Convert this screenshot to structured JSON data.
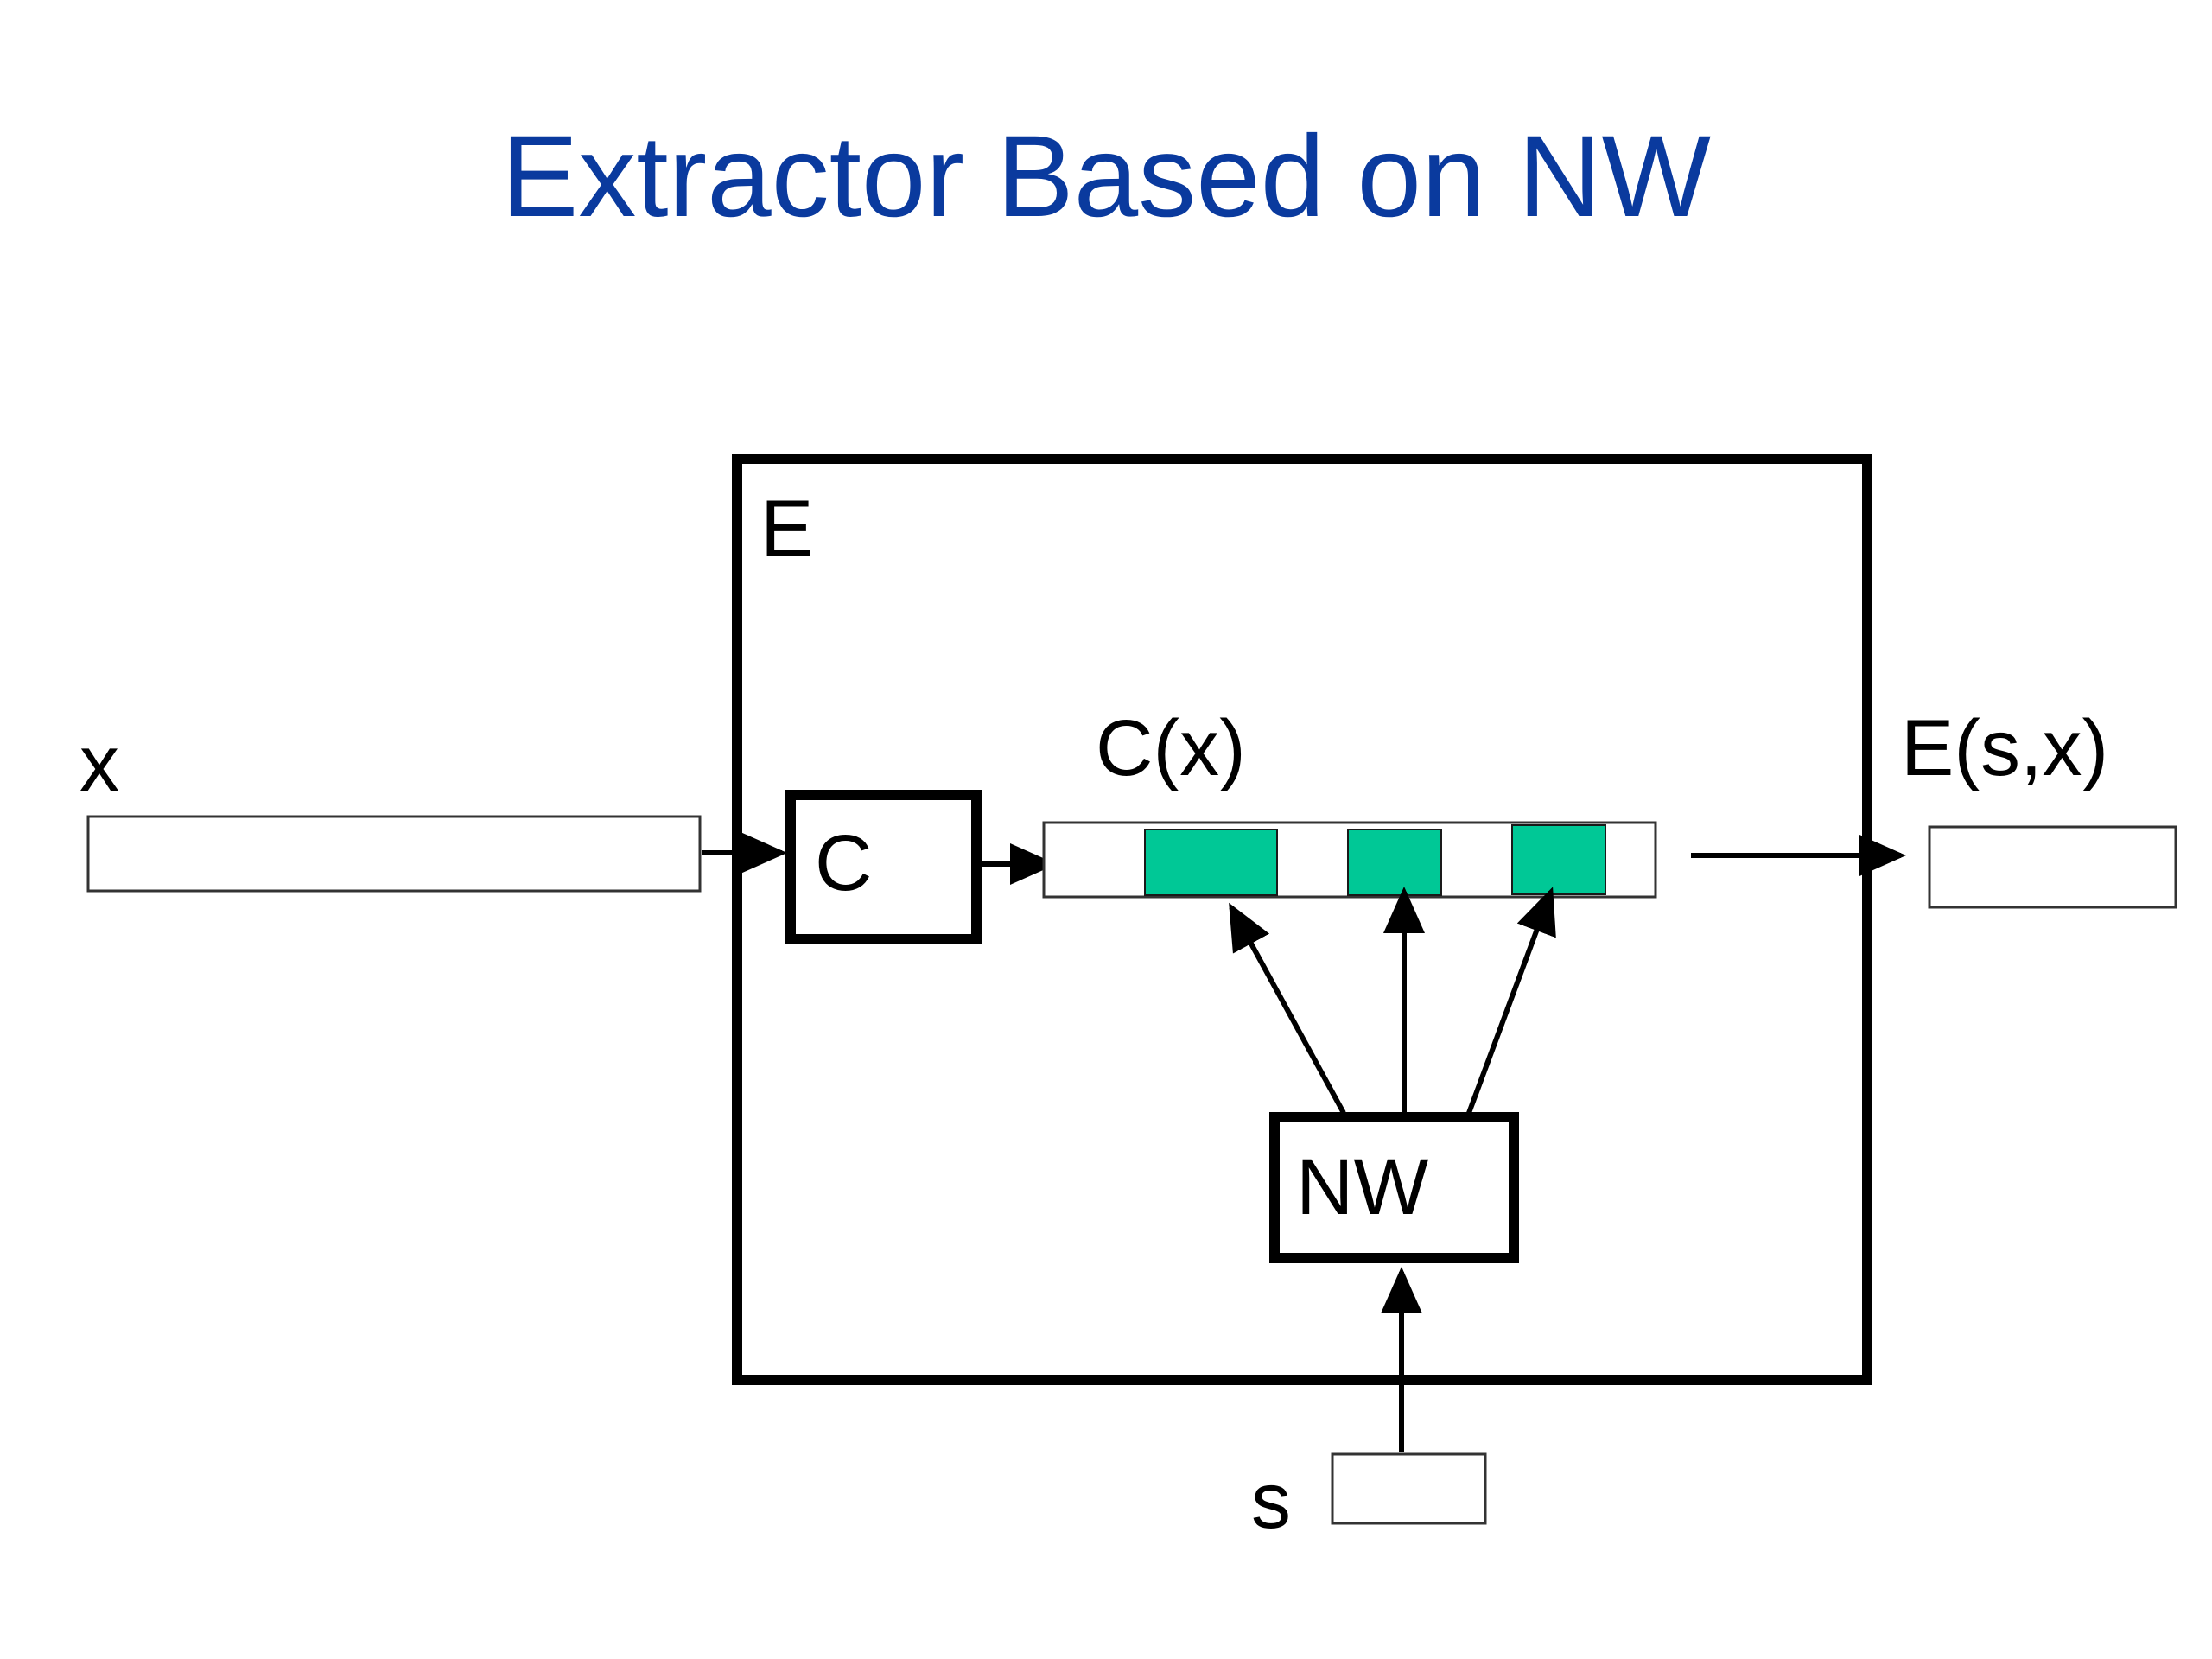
{
  "slide": {
    "title": "Extractor Based on NW"
  },
  "diagram": {
    "extractor_label": "E",
    "input_label": "x",
    "condenser_label": "C",
    "condensed_label": "C(x)",
    "nw_label": "NW",
    "seed_label": "s",
    "output_label": "E(s,x)"
  },
  "colors": {
    "title": "#0a3a9e",
    "selected_block": "#00c896",
    "stroke": "#000000"
  }
}
